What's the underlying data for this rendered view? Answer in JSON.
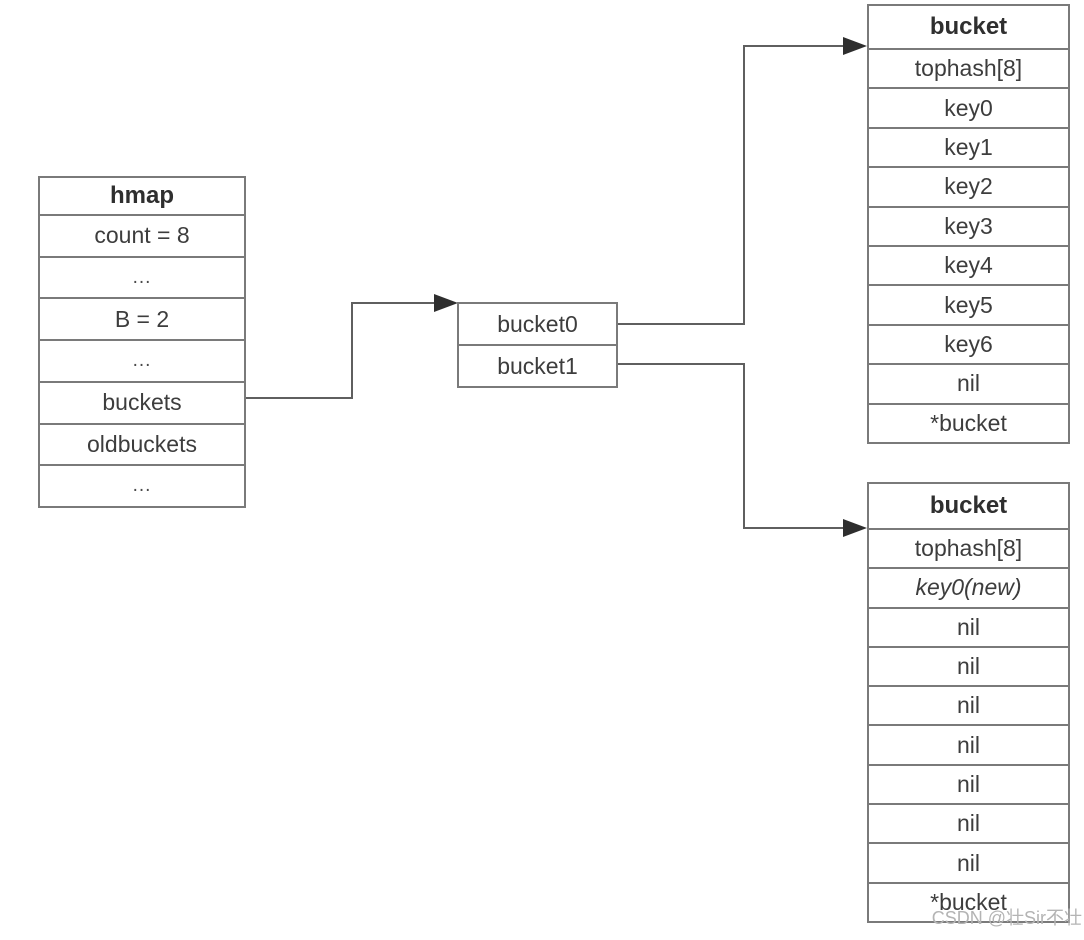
{
  "colors": {
    "background": "#ffffff",
    "box_border": "#7a7a7a",
    "connector_line": "#5f5f5f",
    "arrowhead": "#2e2e2e",
    "row_text": "#3d3d3d",
    "title_text": "#2f2f2f",
    "watermark_text": "#b4b4b4"
  },
  "hmap": {
    "title": "hmap",
    "rows": [
      "count = 8",
      "...",
      "B = 2",
      "...",
      "buckets",
      "oldbuckets",
      "..."
    ]
  },
  "bucket_pointers": {
    "rows": [
      "bucket0",
      "bucket1"
    ]
  },
  "bucket_top": {
    "title": "bucket",
    "rows": [
      "tophash[8]",
      "key0",
      "key1",
      "key2",
      "key3",
      "key4",
      "key5",
      "key6",
      "nil",
      "*bucket"
    ]
  },
  "bucket_bottom": {
    "title": "bucket",
    "rows": [
      "tophash[8]",
      "key0(new)",
      "nil",
      "nil",
      "nil",
      "nil",
      "nil",
      "nil",
      "nil",
      "*bucket"
    ]
  },
  "watermark": {
    "text": "CSDN @壮Sir不壮"
  }
}
